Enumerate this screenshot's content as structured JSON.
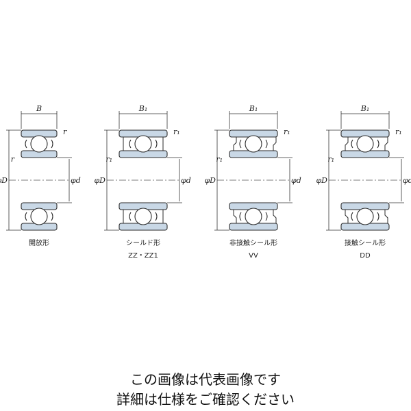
{
  "bearings": [
    {
      "type_name": "開放形",
      "code": "",
      "width_label": "B",
      "chamfer_label": "r",
      "outer_label": "φD",
      "bore_label": "φd",
      "variant": "open"
    },
    {
      "type_name": "シールド形",
      "code": "ZZ・ZZ1",
      "width_label": "B₁",
      "chamfer_label": "r₁",
      "outer_label": "φD",
      "bore_label": "φd",
      "variant": "shield"
    },
    {
      "type_name": "非接触シール形",
      "code": "VV",
      "width_label": "B₁",
      "chamfer_label": "r₁",
      "outer_label": "φD",
      "bore_label": "φd",
      "variant": "noncontact"
    },
    {
      "type_name": "接触シール形",
      "code": "DD",
      "width_label": "B₁",
      "chamfer_label": "r₁",
      "outer_label": "φD",
      "bore_label": "φd",
      "variant": "contact"
    }
  ],
  "colors": {
    "ring_fill": "#c9d8e6",
    "line": "#2a2a2a"
  },
  "footer": {
    "line1": "この画像は代表画像です",
    "line2": "詳細は仕様をご確認ください"
  }
}
